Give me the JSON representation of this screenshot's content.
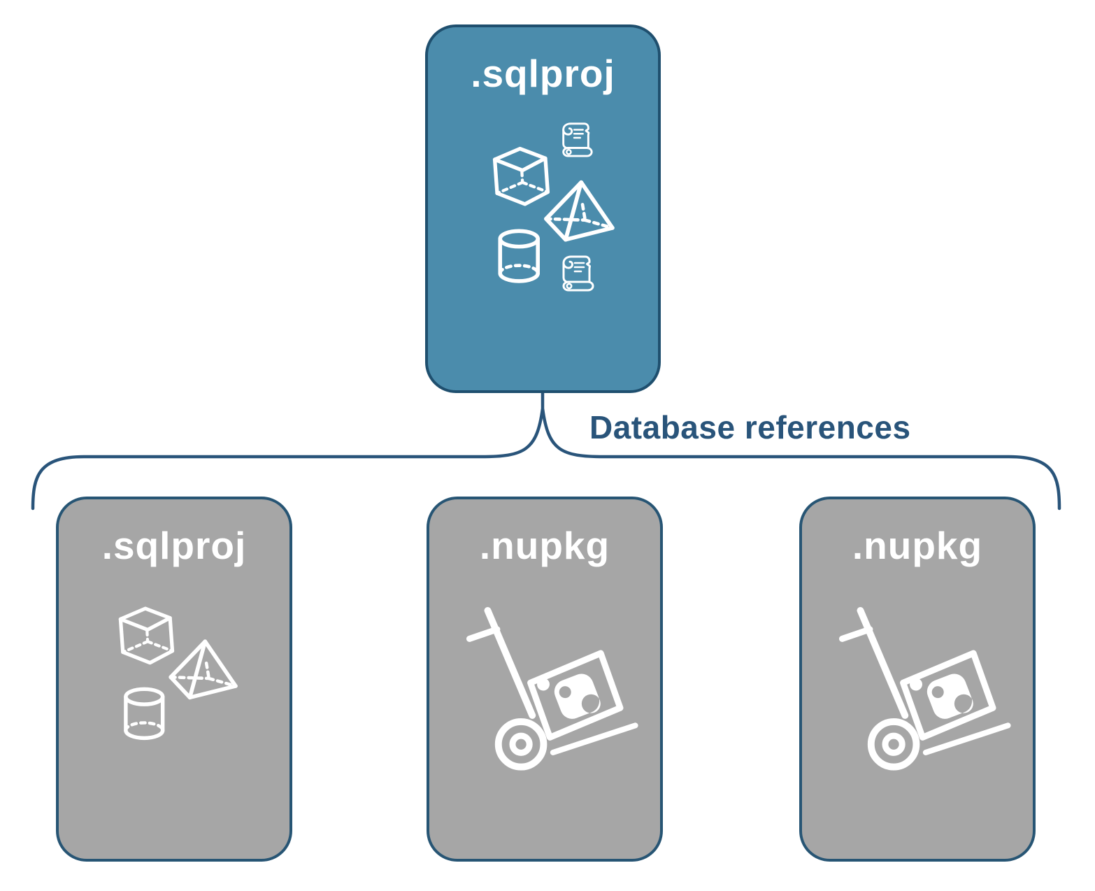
{
  "diagram": {
    "parent": {
      "label": ".sqlproj",
      "icons": [
        "scroll-icon",
        "cube-icon",
        "pyramid-icon",
        "cylinder-icon",
        "scroll-icon"
      ]
    },
    "connector": {
      "label": "Database references"
    },
    "children": [
      {
        "label": ".sqlproj",
        "kind": "sql-project",
        "icons": [
          "cube-icon",
          "pyramid-icon",
          "cylinder-icon"
        ]
      },
      {
        "label": ".nupkg",
        "kind": "nuget-package",
        "icons": [
          "handtruck-package-icon"
        ]
      },
      {
        "label": ".nupkg",
        "kind": "nuget-package",
        "icons": [
          "handtruck-package-icon"
        ]
      }
    ],
    "colors": {
      "parent_fill": "#4B8CAC",
      "child_fill": "#A6A6A6",
      "card_border": "#1F4F6E",
      "connector": "#29547A",
      "title_text": "#FFFFFF",
      "icon_stroke": "#FFFFFF"
    }
  }
}
